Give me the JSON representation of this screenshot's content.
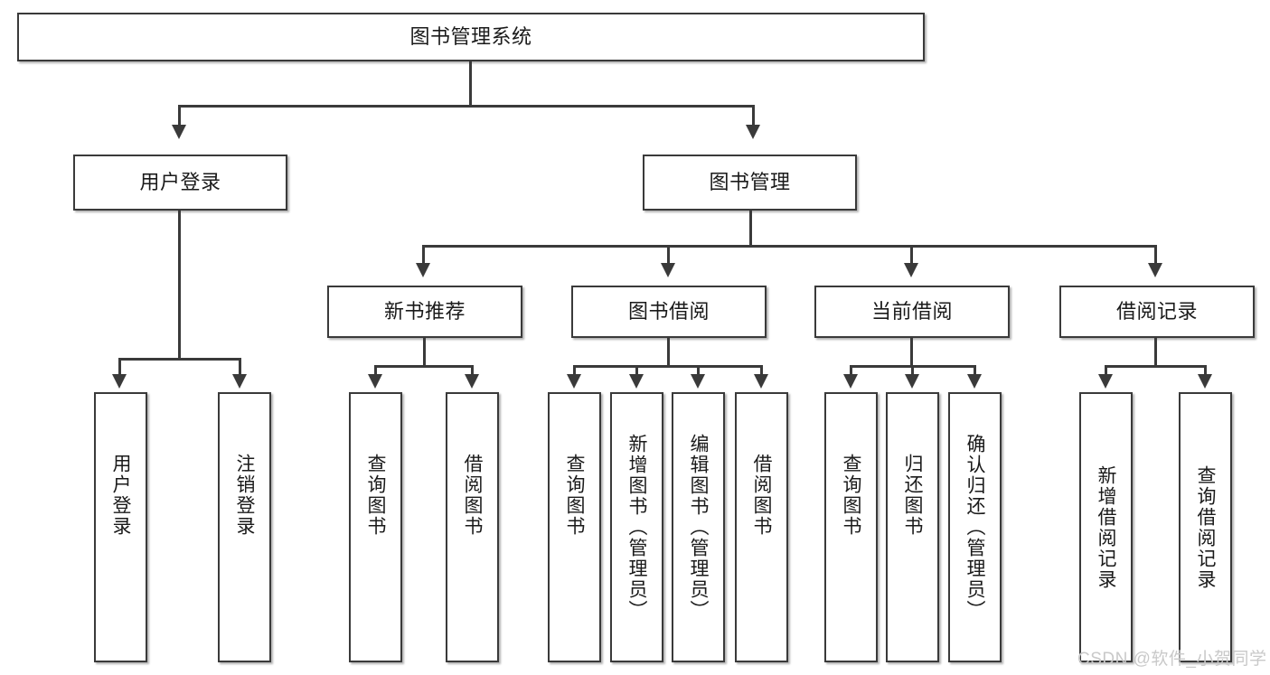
{
  "diagram": {
    "type": "tree-hierarchy-chart",
    "title": "图书管理系统",
    "style": {
      "box_border": "#3a3a3a",
      "box_fill": "#ffffff",
      "connector": "#3a3a3a",
      "text": "#1a1a1a",
      "background": "#ffffff"
    },
    "root": {
      "id": "root",
      "label": "图书管理系统",
      "level": 0
    },
    "level1": [
      {
        "id": "user-login",
        "label": "用户登录"
      },
      {
        "id": "book-management",
        "label": "图书管理"
      }
    ],
    "level2": [
      {
        "id": "new-book-recommend",
        "label": "新书推荐",
        "parent": "book-management"
      },
      {
        "id": "book-borrow",
        "label": "图书借阅",
        "parent": "book-management"
      },
      {
        "id": "current-borrow",
        "label": "当前借阅",
        "parent": "book-management"
      },
      {
        "id": "borrow-record",
        "label": "借阅记录",
        "parent": "book-management"
      }
    ],
    "leaves": {
      "user_login": [
        {
          "id": "leaf-user-login",
          "label": "用户登录"
        },
        {
          "id": "leaf-logout",
          "label": "注销登录"
        }
      ],
      "new_book_recommend": [
        {
          "id": "leaf-query-book-1",
          "label": "查询图书"
        },
        {
          "id": "leaf-borrow-book-1",
          "label": "借阅图书"
        }
      ],
      "book_borrow": [
        {
          "id": "leaf-query-book-2",
          "label": "查询图书"
        },
        {
          "id": "leaf-add-book",
          "label": "新增图书（管理员）"
        },
        {
          "id": "leaf-edit-book",
          "label": "编辑图书（管理员）"
        },
        {
          "id": "leaf-borrow-book-2",
          "label": "借阅图书"
        }
      ],
      "current_borrow": [
        {
          "id": "leaf-query-book-3",
          "label": "查询图书"
        },
        {
          "id": "leaf-return-book",
          "label": "归还图书"
        },
        {
          "id": "leaf-confirm-return",
          "label": "确认归还（管理员）"
        }
      ],
      "borrow_record": [
        {
          "id": "leaf-add-record",
          "label": "新增借阅记录"
        },
        {
          "id": "leaf-query-record",
          "label": "查询借阅记录"
        }
      ]
    }
  },
  "watermark": {
    "text": "CSDN @软件_小贺同学"
  }
}
